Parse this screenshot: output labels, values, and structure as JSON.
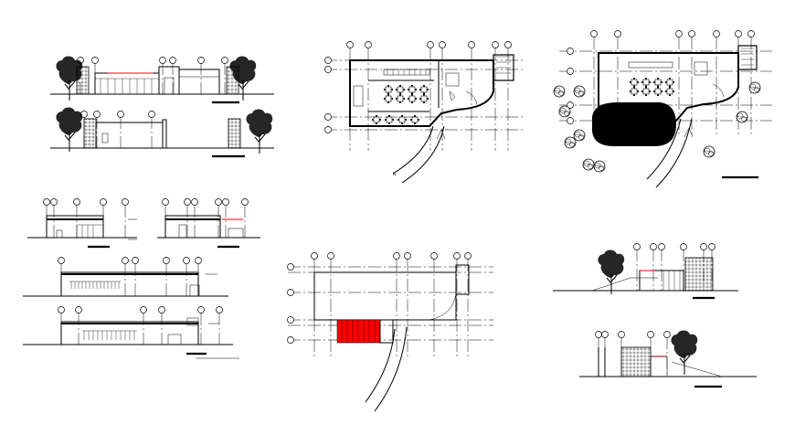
{
  "drawing": {
    "north_label": "N",
    "colors": {
      "line": "#000000",
      "highlight": "#ff0000",
      "paper": "#ffffff"
    },
    "views": [
      {
        "id": "elevation-1",
        "kind": "front-elevation"
      },
      {
        "id": "elevation-2",
        "kind": "side-elevation"
      },
      {
        "id": "floor-plan",
        "kind": "floor-plan"
      },
      {
        "id": "site-plan",
        "kind": "site-plan"
      },
      {
        "id": "section-a",
        "kind": "section"
      },
      {
        "id": "section-b",
        "kind": "section"
      },
      {
        "id": "section-c",
        "kind": "long-section"
      },
      {
        "id": "section-d",
        "kind": "long-section"
      },
      {
        "id": "roof-plan",
        "kind": "roof-plan"
      },
      {
        "id": "elevation-3",
        "kind": "elevation-with-tree"
      },
      {
        "id": "elevation-4",
        "kind": "elevation-with-tree"
      }
    ]
  }
}
